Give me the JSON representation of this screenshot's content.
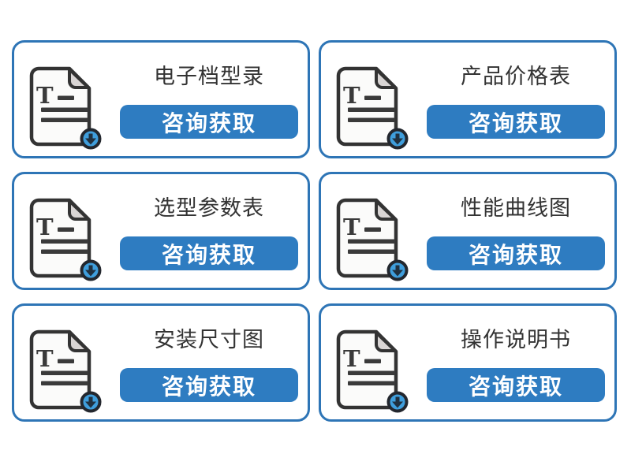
{
  "page": {
    "background": "#ffffff"
  },
  "colors": {
    "page_bg": "#ffffff",
    "card_border": "#2e75b6",
    "button_bg": "#2e7cc1",
    "button_text": "#ffffff",
    "title_text": "#333333",
    "icon_outline": "#333333",
    "icon_paper": "#fbfbfa",
    "icon_fold": "#d9d5d4",
    "icon_text": "#3a3a3a",
    "badge_fill": "#3f9edc",
    "badge_ring": "#23272e",
    "badge_arrow": "#20303f"
  },
  "cards": [
    {
      "title": "电子档型录",
      "button_label": "咨询获取",
      "icon": "document-download-icon"
    },
    {
      "title": "产品价格表",
      "button_label": "咨询获取",
      "icon": "document-download-icon"
    },
    {
      "title": "选型参数表",
      "button_label": "咨询获取",
      "icon": "document-download-icon"
    },
    {
      "title": "性能曲线图",
      "button_label": "咨询获取",
      "icon": "document-download-icon"
    },
    {
      "title": "安装尺寸图",
      "button_label": "咨询获取",
      "icon": "document-download-icon"
    },
    {
      "title": "操作说明书",
      "button_label": "咨询获取",
      "icon": "document-download-icon"
    }
  ]
}
